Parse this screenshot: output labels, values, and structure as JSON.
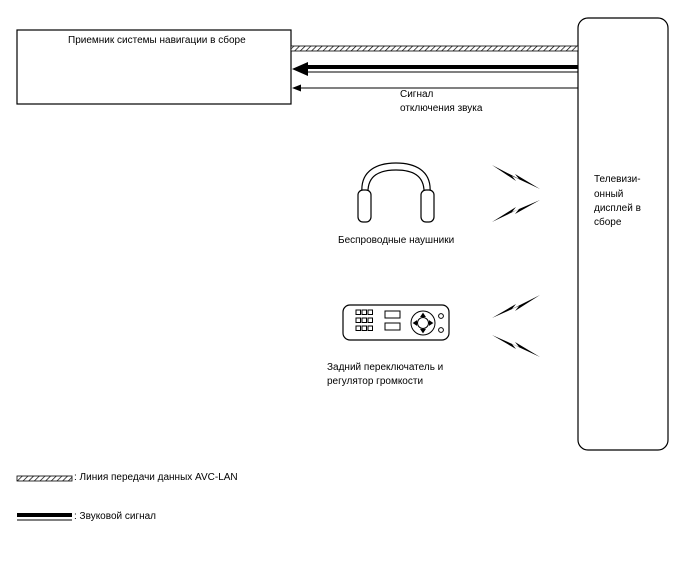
{
  "receiver": {
    "label": "Приемник системы навигации в сборе"
  },
  "display": {
    "label_lines": [
      "Телевизи-",
      "онный",
      "дисплей в",
      "сборе"
    ]
  },
  "mute_signal": {
    "label_lines": [
      "Сигнал",
      "отключения звука"
    ]
  },
  "headphones": {
    "label": "Беспроводные наушники"
  },
  "rear_remote": {
    "label_lines": [
      "Задний переключатель и",
      "регулятор громкости"
    ]
  },
  "legend": {
    "avc_lan": ": Линия передачи данных AVC-LAN",
    "audio": ": Звуковой сигнал"
  }
}
